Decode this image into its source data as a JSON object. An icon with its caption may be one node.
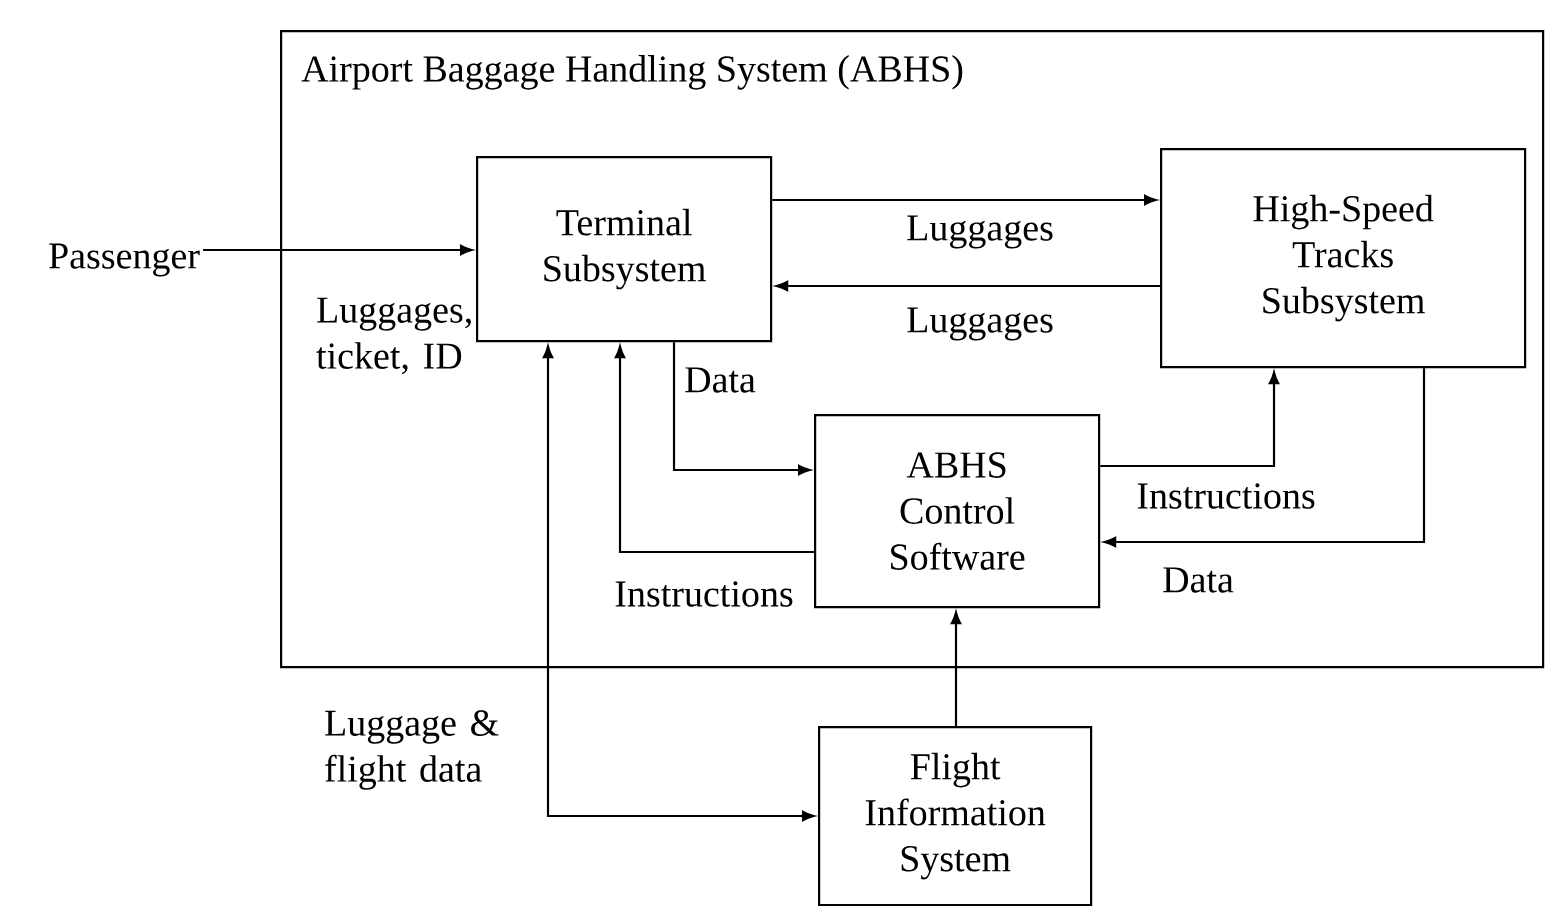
{
  "diagram": {
    "nodes": [
      {
        "text": [
          "Airport Baggage Handling System (ABHS)"
        ]
      },
      {
        "text": [
          "Terminal Subsystem"
        ],
        "in": 0
      },
      {
        "text": [
          "High-Speed Tracks Subsystem"
        ],
        "in": 0
      },
      {
        "text": [
          "ABHS Control Software"
        ],
        "in": 0
      },
      {
        "text": [
          "Passenger"
        ]
      },
      {
        "text": [
          "Flight Information System"
        ]
      }
    ],
    "edges": [
      {
        "from": 4,
        "to": 1,
        "arrow": "to",
        "label": "Luggages, ticket, ID"
      },
      {
        "from": 1,
        "to": 2,
        "arrow": "to",
        "label": "Luggages"
      },
      {
        "from": 2,
        "to": 1,
        "arrow": "to",
        "label": "Luggages"
      },
      {
        "from": 1,
        "to": 3,
        "arrow": "to",
        "label": "Data"
      },
      {
        "from": 3,
        "to": 1,
        "arrow": "to",
        "label": "Instructions"
      },
      {
        "from": 3,
        "to": 2,
        "arrow": "to",
        "label": "Instructions"
      },
      {
        "from": 2,
        "to": 3,
        "arrow": "to",
        "label": "Data"
      },
      {
        "from": 5,
        "to": 3,
        "arrow": "to"
      },
      {
        "from": 1,
        "to": 5,
        "arrow": "both",
        "label": "Luggage & flight data"
      }
    ]
  }
}
